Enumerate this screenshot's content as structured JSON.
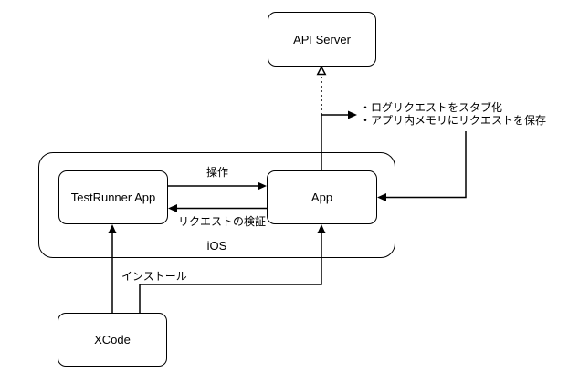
{
  "nodes": {
    "api_server": {
      "label": "API Server"
    },
    "ios": {
      "label": "iOS"
    },
    "testrunner": {
      "label": "TestRunner App"
    },
    "app": {
      "label": "App"
    },
    "xcode": {
      "label": "XCode"
    }
  },
  "edges": {
    "operate": {
      "label": "操作"
    },
    "verify": {
      "label": "リクエストの検証"
    },
    "install": {
      "label": "インストール"
    }
  },
  "annotation": {
    "line1": "・ログリクエストをスタブ化",
    "line2": "・アプリ内メモリにリクエストを保存"
  },
  "colors": {
    "stroke": "#000000",
    "background": "#ffffff"
  }
}
